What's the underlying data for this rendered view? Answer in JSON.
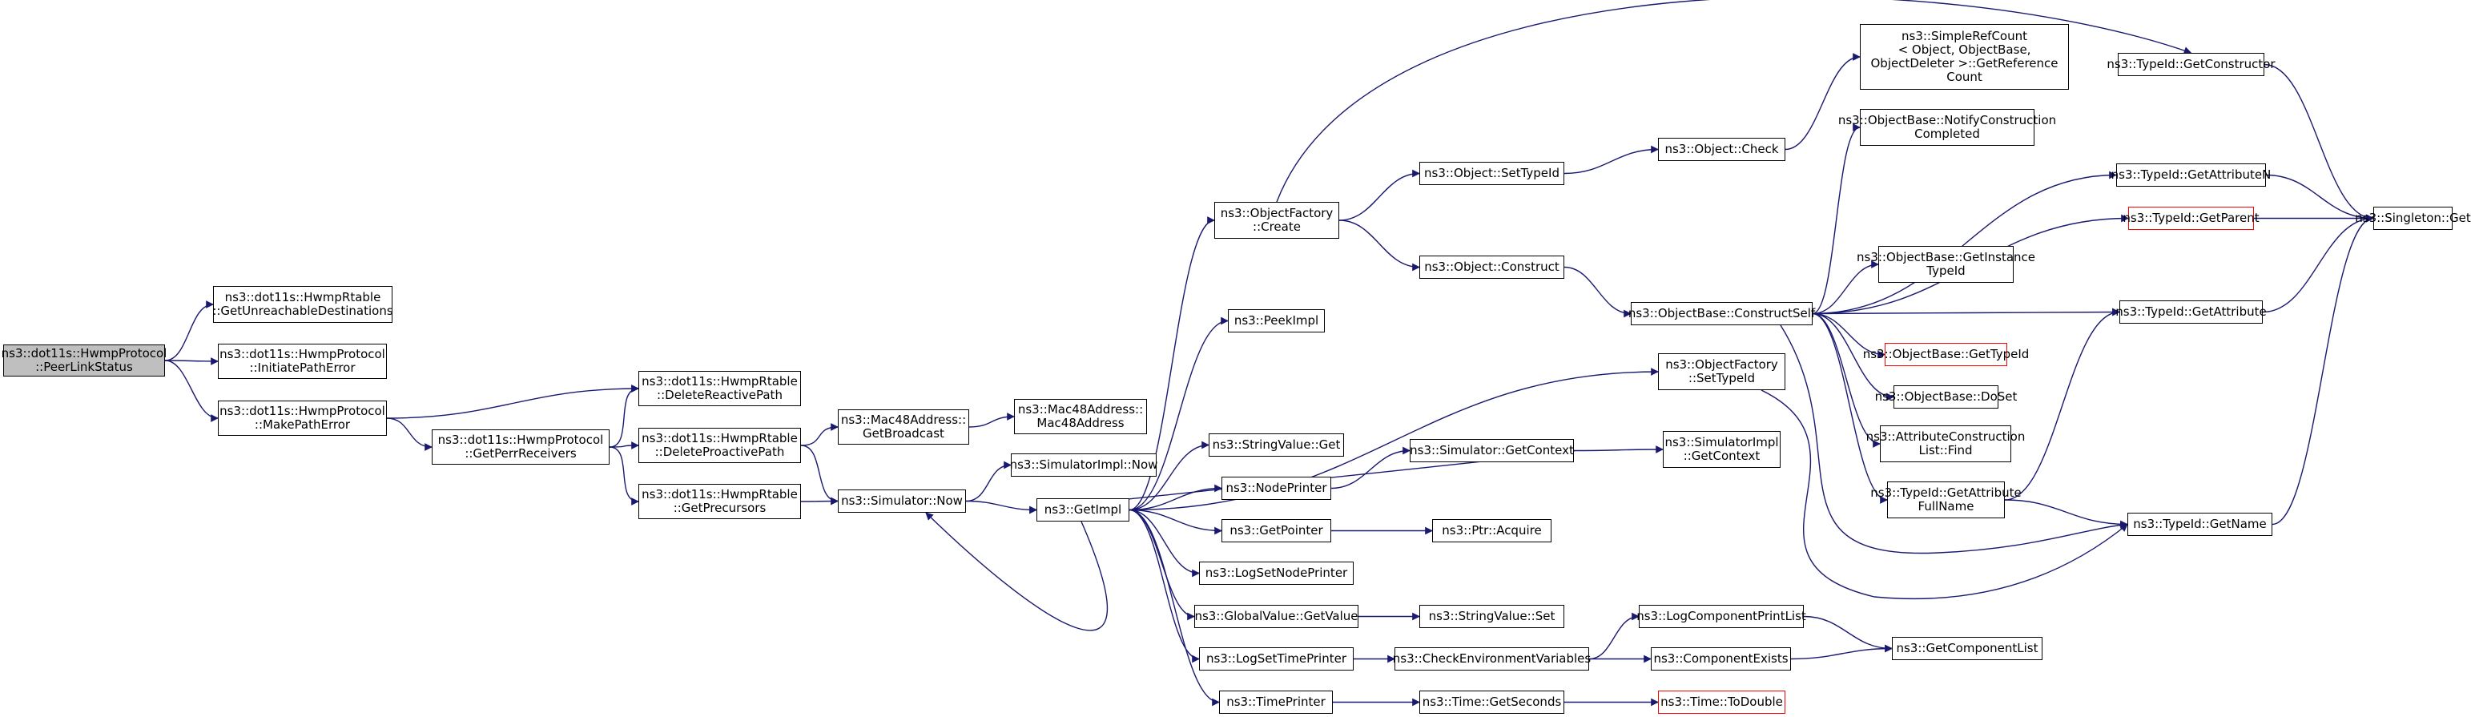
{
  "colors": {
    "edge": "#191970",
    "border": "#000000",
    "root_fill": "#bfbfbf",
    "truncated_border": "#ff0000"
  },
  "nodes": {
    "peerlinkstatus": [
      "ns3::dot11s::HwmpProtocol",
      "::PeerLinkStatus"
    ],
    "getunreachable": [
      "ns3::dot11s::HwmpRtable",
      "::GetUnreachableDestinations"
    ],
    "initiatepatherror": [
      "ns3::dot11s::HwmpProtocol",
      "::InitiatePathError"
    ],
    "makepatherror": [
      "ns3::dot11s::HwmpProtocol",
      "::MakePathError"
    ],
    "getperrreceivers": [
      "ns3::dot11s::HwmpProtocol",
      "::GetPerrReceivers"
    ],
    "deletereactivepath": [
      "ns3::dot11s::HwmpRtable",
      "::DeleteReactivePath"
    ],
    "deleteproactivepath": [
      "ns3::dot11s::HwmpRtable",
      "::DeleteProactivePath"
    ],
    "getprecursors": [
      "ns3::dot11s::HwmpRtable",
      "::GetPrecursors"
    ],
    "getbroadcast": [
      "ns3::Mac48Address::",
      "GetBroadcast"
    ],
    "mac48address": [
      "ns3::Mac48Address::",
      "Mac48Address"
    ],
    "simulatornow": [
      "ns3::Simulator::Now"
    ],
    "simimplnow": [
      "ns3::SimulatorImpl::Now"
    ],
    "getimpl": [
      "ns3::GetImpl"
    ],
    "objectfactorycreate": [
      "ns3::ObjectFactory",
      "::Create"
    ],
    "peekimpl": [
      "ns3::PeekImpl"
    ],
    "stringvalueget": [
      "ns3::StringValue::Get"
    ],
    "nodeprinter": [
      "ns3::NodePrinter"
    ],
    "getpointer": [
      "ns3::GetPointer"
    ],
    "logsetnodeprinter": [
      "ns3::LogSetNodePrinter"
    ],
    "globalvaluegetvalue": [
      "ns3::GlobalValue::GetValue"
    ],
    "logsettimeprinter": [
      "ns3::LogSetTimePrinter"
    ],
    "timeprinter": [
      "ns3::TimePrinter"
    ],
    "objectsettypeid": [
      "ns3::Object::SetTypeId"
    ],
    "objectconstruct": [
      "ns3::Object::Construct"
    ],
    "simgetcontext": [
      "ns3::Simulator::GetContext"
    ],
    "ptracquire": [
      "ns3::Ptr::Acquire"
    ],
    "stringvalueset": [
      "ns3::StringValue::Set"
    ],
    "checkenv": [
      "ns3::CheckEnvironmentVariables"
    ],
    "timegetseconds": [
      "ns3::Time::GetSeconds"
    ],
    "objectcheck": [
      "ns3::Object::Check"
    ],
    "constructself": [
      "ns3::ObjectBase::ConstructSelf"
    ],
    "objfactorysettypeid": [
      "ns3::ObjectFactory",
      "::SetTypeId"
    ],
    "simimplgetcontext": [
      "ns3::SimulatorImpl",
      "::GetContext"
    ],
    "logcomponentprintlist": [
      "ns3::LogComponentPrintList"
    ],
    "componentexists": [
      "ns3::ComponentExists"
    ],
    "timetodouble": [
      "ns3::Time::ToDouble"
    ],
    "getreferencecount": [
      "ns3::SimpleRefCount",
      "< Object, ObjectBase,",
      "ObjectDeleter >::GetReference",
      "Count"
    ],
    "notifyconstruction": [
      "ns3::ObjectBase::NotifyConstruction",
      "Completed"
    ],
    "getinstancetypeid": [
      "ns3::ObjectBase::GetInstance",
      "TypeId"
    ],
    "objectbasegettypeid": [
      "ns3::ObjectBase::GetTypeId"
    ],
    "objectbasedoset": [
      "ns3::ObjectBase::DoSet"
    ],
    "attrconstructionfind": [
      "ns3::AttributeConstruction",
      "List::Find"
    ],
    "getattributefullname": [
      "ns3::TypeId::GetAttribute",
      "FullName"
    ],
    "getcomponentlist": [
      "ns3::GetComponentList"
    ],
    "typeidgetconstructor": [
      "ns3::TypeId::GetConstructor"
    ],
    "typeidgetattributen": [
      "ns3::TypeId::GetAttributeN"
    ],
    "typeidgetparent": [
      "ns3::TypeId::GetParent"
    ],
    "typeidgetattribute": [
      "ns3::TypeId::GetAttribute"
    ],
    "typeidgetname": [
      "ns3::TypeId::GetName"
    ],
    "singletonget": [
      "ns3::Singleton::Get"
    ]
  }
}
